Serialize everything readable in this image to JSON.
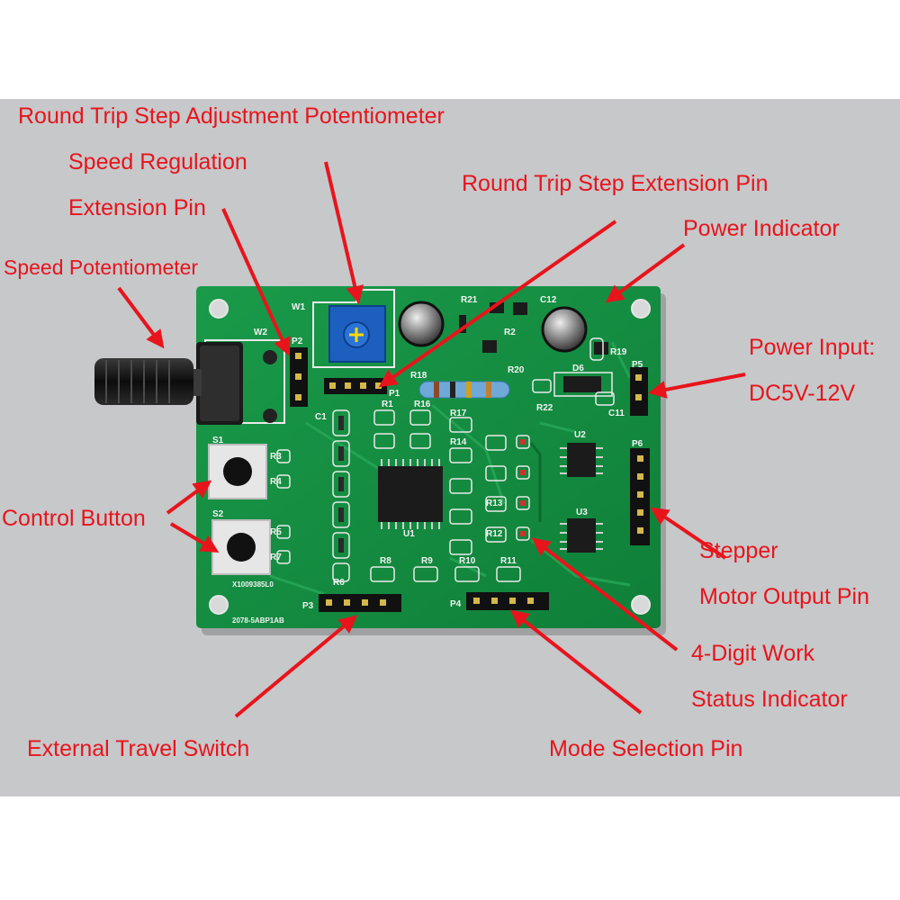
{
  "labels": {
    "round_trip_pot": "Round Trip Step Adjustment Potentiometer",
    "speed_reg_1": "Speed Regulation",
    "speed_reg_2": "Extension Pin",
    "round_trip_ext": "Round Trip Step Extension Pin",
    "power_indicator": "Power Indicator",
    "speed_pot": "Speed Potentiometer",
    "power_input_1": "Power Input:",
    "power_input_2": "DC5V-12V",
    "control_button": "Control Button",
    "stepper_1": "Stepper",
    "stepper_2": "Motor Output Pin",
    "digit_work_1": "4-Digit Work",
    "digit_work_2": "Status Indicator",
    "external_travel": "External Travel Switch",
    "mode_selection": "Mode Selection Pin"
  },
  "silkscreen": {
    "p1": "P1",
    "p2": "P2",
    "p3": "P3",
    "p4": "P4",
    "p5": "P5",
    "p6": "P6",
    "w1": "W1",
    "w2": "W2",
    "s1": "S1",
    "s2": "S2",
    "u1": "U1",
    "u2": "U2",
    "u3": "U3",
    "c1": "C1",
    "c11": "C11",
    "c12": "C12",
    "d6": "D6",
    "r1": "R1",
    "r2": "R2",
    "r3": "R3",
    "r4": "R4",
    "r5": "R5",
    "r6": "R6",
    "r7": "R7",
    "r8": "R8",
    "r9": "R9",
    "r10": "R10",
    "r11": "R11",
    "r12": "R12",
    "r13": "R13",
    "r14": "R14",
    "r16": "R16",
    "r17": "R17",
    "r18": "R18",
    "r19": "R19",
    "r20": "R20",
    "r21": "R21",
    "r22": "R22",
    "code_1": "X1009385L0",
    "code_2": "2078-5ABP1AB"
  },
  "colors": {
    "background": "#c6c8ca",
    "board": "#159044",
    "label_red": "#e8141c"
  }
}
